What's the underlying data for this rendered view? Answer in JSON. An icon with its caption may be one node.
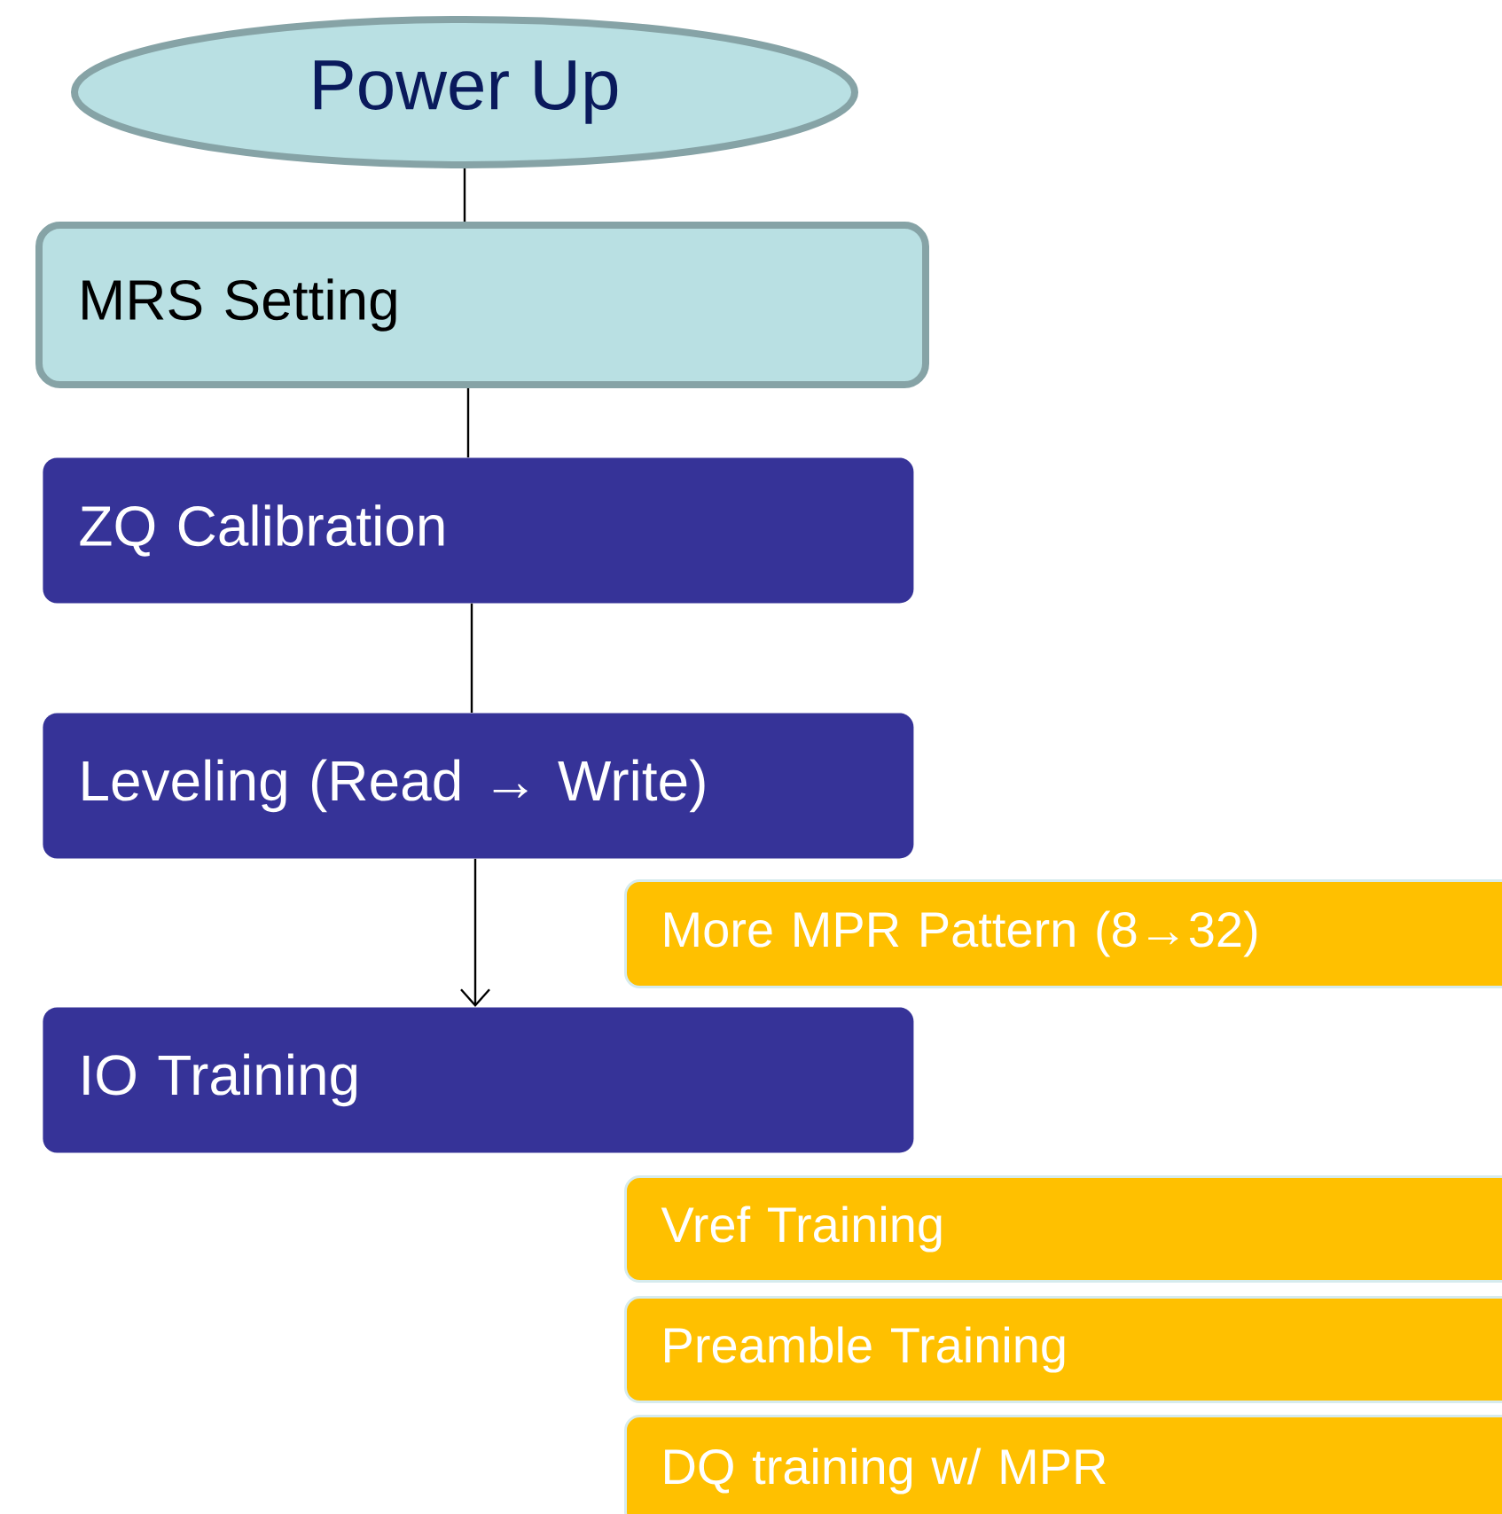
{
  "diagram": {
    "nodes": [
      {
        "text": [
          "Power Up"
        ]
      },
      {
        "text": [
          "MRS Setting"
        ]
      },
      {
        "text": [
          "ZQ Calibration"
        ]
      },
      {
        "text": [
          "Leveling (Read → Write)"
        ]
      },
      {
        "text": [
          "IO Training"
        ]
      },
      {
        "text": [
          "More MPR Pattern (8→32)"
        ]
      },
      {
        "text": [
          "Vref Training"
        ]
      },
      {
        "text": [
          "Preamble Training"
        ]
      },
      {
        "text": [
          "DQ training w/ MPR"
        ]
      }
    ],
    "edges": [
      {
        "from": 0,
        "to": 1,
        "arrow": "none"
      },
      {
        "from": 1,
        "to": 2,
        "arrow": "none"
      },
      {
        "from": 2,
        "to": 3,
        "arrow": "none"
      },
      {
        "from": 3,
        "to": 4,
        "arrow": "to"
      }
    ]
  }
}
